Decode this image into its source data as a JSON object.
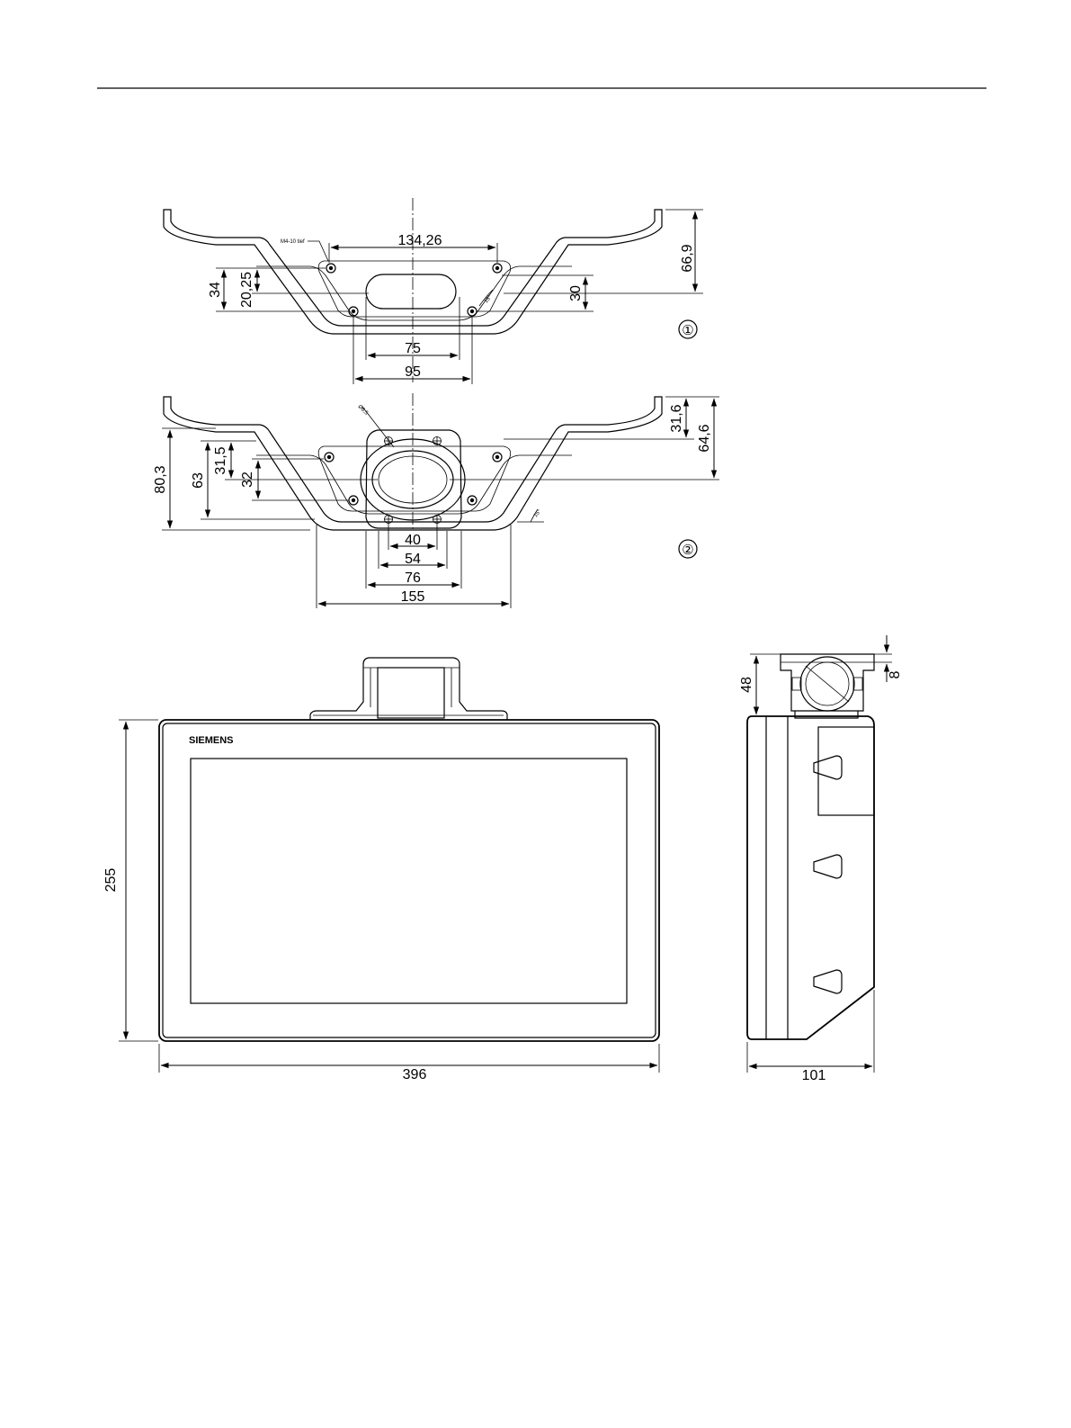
{
  "view1": {
    "label": "①",
    "note": "M4-10 tief",
    "dims": {
      "w134": "134,26",
      "h66": "66,9",
      "h34": "34",
      "h20": "20,25",
      "h30": "30",
      "w75": "75",
      "w95": "95",
      "angle": "15°"
    }
  },
  "view2": {
    "label": "②",
    "note": "Ø6,5",
    "dims": {
      "h31_6": "31,6",
      "h64_6": "64,6",
      "h80": "80,3",
      "h63": "63",
      "h31_5": "31,5",
      "h32": "32",
      "w40": "40",
      "w54": "54",
      "w76": "76",
      "w155": "155",
      "angle": "15°"
    }
  },
  "front": {
    "brand": "SIEMENS",
    "height": "255",
    "width": "396"
  },
  "side": {
    "h48": "48",
    "h8": "8",
    "depth": "101"
  }
}
